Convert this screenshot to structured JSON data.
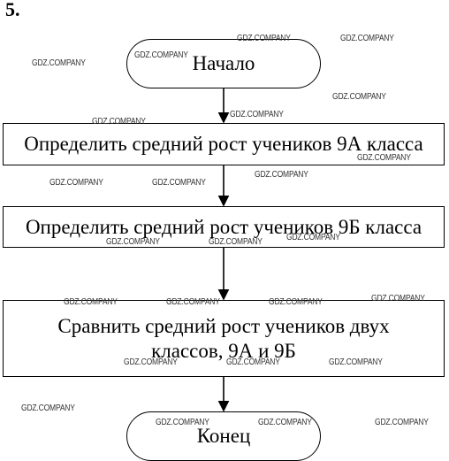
{
  "task_number": "5.",
  "flowchart": {
    "start_label": "Начало",
    "steps": [
      "Определить средний рост учеников 9А класса",
      "Определить средний рост учеников 9Б класса",
      "Сравнить средний рост учеников двух классов, 9А и 9Б"
    ],
    "end_label": "Конец"
  },
  "watermark_text": "GDZ.COMPANY",
  "colors": {
    "line": "#000000",
    "watermark": "#333333",
    "background": "#ffffff"
  }
}
